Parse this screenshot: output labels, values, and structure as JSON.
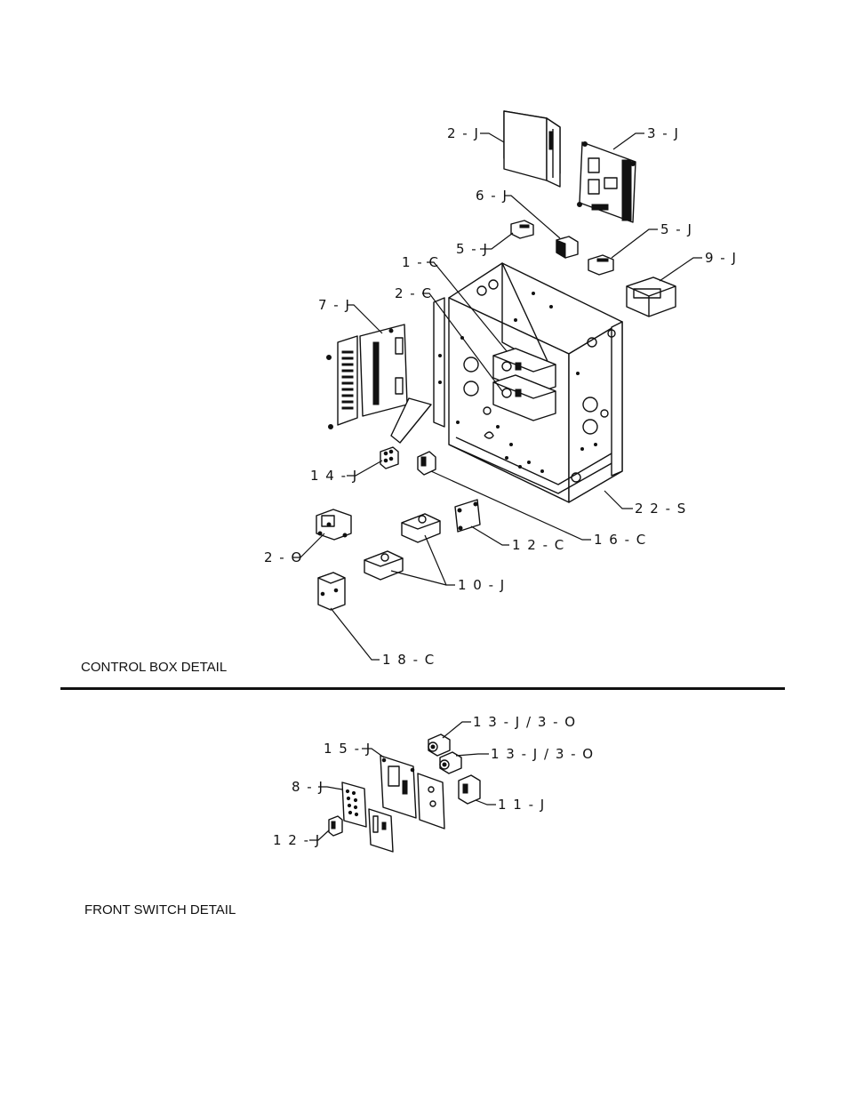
{
  "sections": {
    "control_box": {
      "title": "CONTROL BOX DETAIL"
    },
    "front_switch": {
      "title": "FRONT SWITCH DETAIL"
    }
  },
  "callouts": {
    "c_2j": "2 - J",
    "c_3j": "3 - J",
    "c_6j": "6 - J",
    "c_5j_left": "5 - J",
    "c_5j_right": "5 - J",
    "c_9j": "9 - J",
    "c_1c": "1 - C",
    "c_2c": "2 - C",
    "c_7j": "7 - J",
    "c_14j": "1 4 - J",
    "c_22s": "2 2 - S",
    "c_16c": "1 6 - C",
    "c_12c": "1 2 - C",
    "c_2o": "2 - O",
    "c_10j": "1 0 - J",
    "c_18c": "1 8 - C",
    "c_13j_a": "1 3 - J / 3 - O",
    "c_13j_b": "1 3 - J / 3 - O",
    "c_15j": "1 5 - J",
    "c_8j": "8 - J",
    "c_11j": "1 1 - J",
    "c_12j": "1 2 - J"
  }
}
